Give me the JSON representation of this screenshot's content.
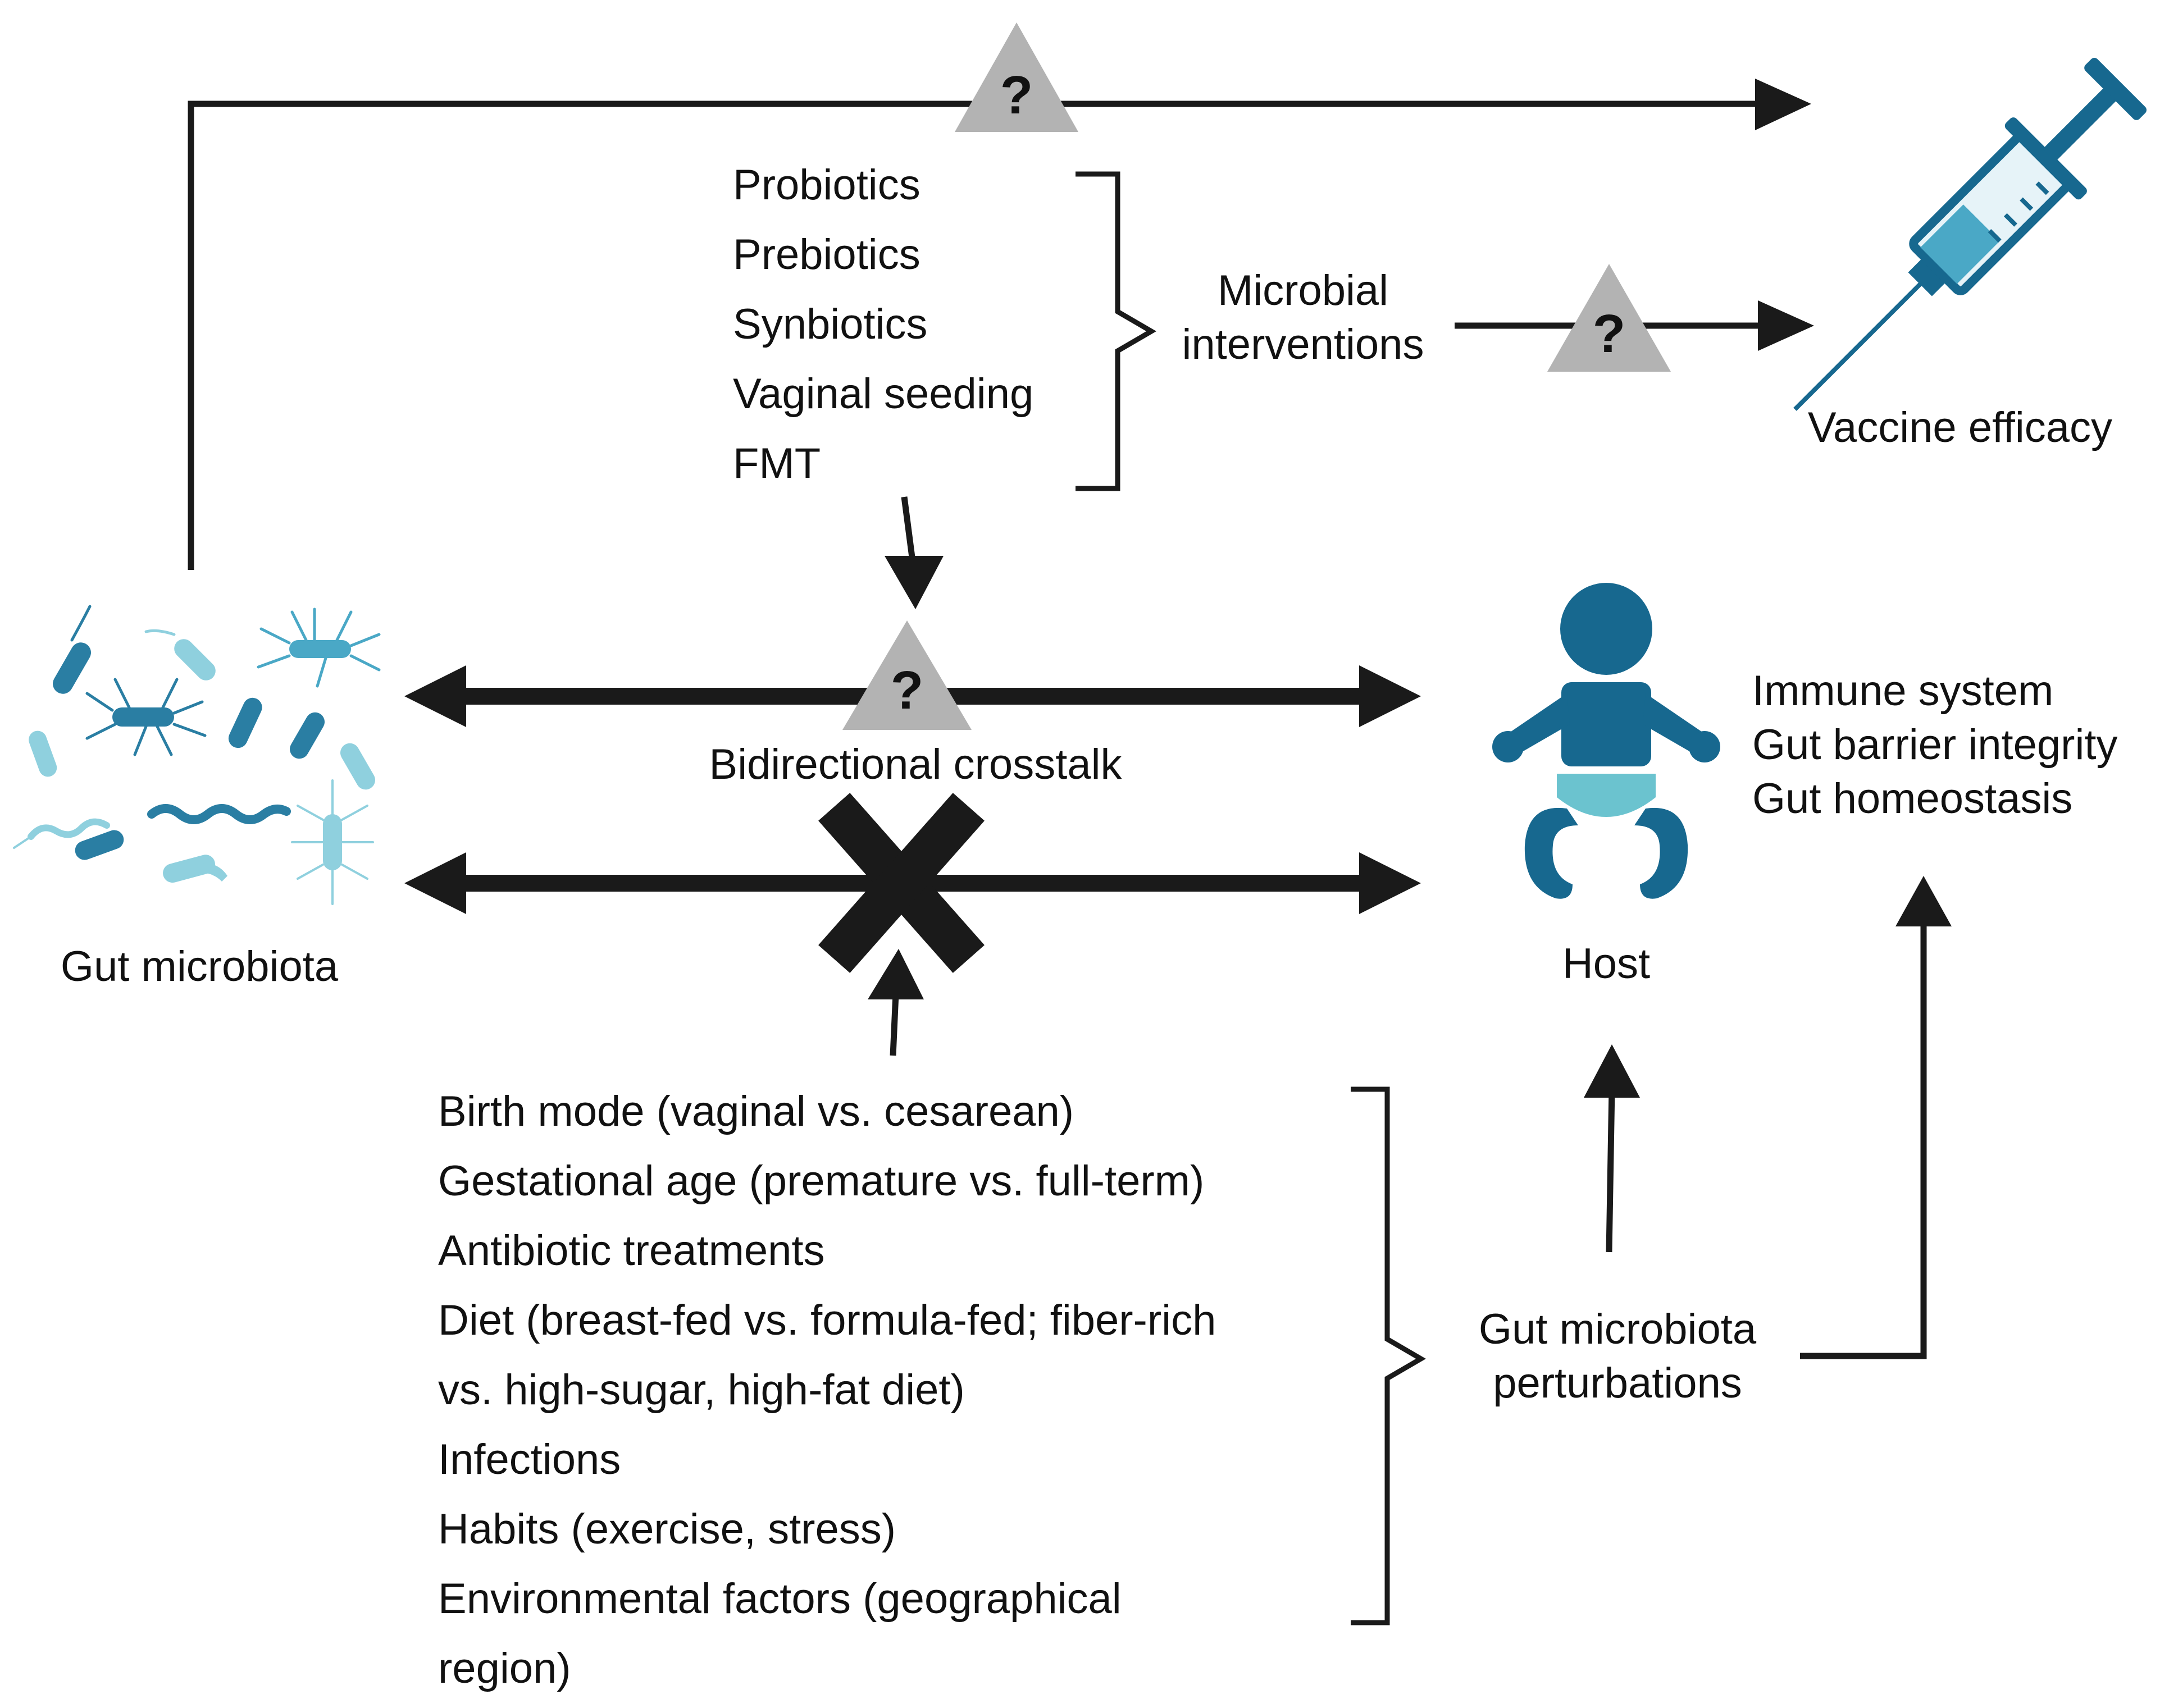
{
  "interventions": {
    "items": [
      "Probiotics",
      "Prebiotics",
      "Synbiotics",
      "Vaginal seeding",
      "FMT"
    ],
    "group_label_line1": "Microbial",
    "group_label_line2": "interventions"
  },
  "vaccine": {
    "label": "Vaccine efficacy"
  },
  "microbiota": {
    "label": "Gut microbiota"
  },
  "crosstalk": {
    "label": "Bidirectional crosstalk",
    "unknown_symbol": "?"
  },
  "host": {
    "label": "Host",
    "outcomes": [
      "Immune system",
      "Gut barrier integrity",
      "Gut homeostasis"
    ]
  },
  "perturbations": {
    "factors": [
      "Birth mode (vaginal vs. cesarean)",
      "Gestational age (premature vs. full-term)",
      "Antibiotic treatments",
      "Diet (breast-fed vs. formula-fed; fiber-rich",
      "vs. high-sugar, high-fat diet)",
      "Infections",
      "Habits (exercise, stress)",
      "Environmental factors (geographical",
      "region)"
    ],
    "group_label_line1": "Gut microbiota",
    "group_label_line2": "perturbations"
  },
  "colors": {
    "arrow": "#1a1a1a",
    "unknown_triangle": "#b3b3b3",
    "host_dark": "#17688f",
    "host_diaper": "#6bc3cf",
    "bacteria_dark": "#2a7ea3",
    "bacteria_light": "#8fd0de"
  }
}
